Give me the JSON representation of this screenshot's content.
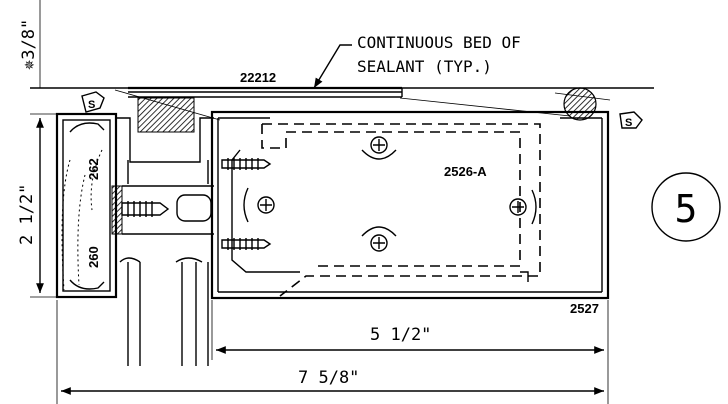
{
  "labels": {
    "note_line1": "CONTINUOUS BED OF",
    "note_line2": "SEALANT (TYP.)",
    "part_top": "22212",
    "part_main": "2526-A",
    "part_base": "2527",
    "part_left_upper": "262",
    "part_left_lower": "260",
    "sealant_tag_left": "S",
    "sealant_tag_right": "S"
  },
  "dimensions": {
    "height": "2 1/2\"",
    "vertical_note": "✵3/8\"",
    "inner_width": "5 1/2\"",
    "overall_width": "7 5/8\""
  },
  "detail_number": "5"
}
